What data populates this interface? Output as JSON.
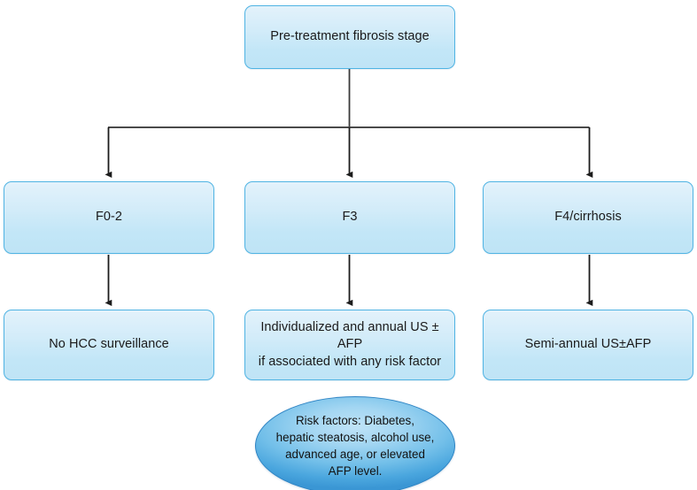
{
  "diagram": {
    "type": "flowchart",
    "title": "Pre-treatment fibrosis stage HCC surveillance algorithm",
    "background_color": "#ffffff",
    "box_border_color": "#4FB3E3",
    "box_fill_light": "#e3f2fb",
    "box_fill_dark": "#bfe4f6",
    "ellipse_border_color": "#2E84C4",
    "ellipse_fill_dark": "#3a96d4",
    "connector_color": "#222222"
  },
  "nodes": {
    "root": {
      "label": "Pre-treatment fibrosis stage"
    },
    "stage_row": [
      {
        "label": "F0-2"
      },
      {
        "label": "F3"
      },
      {
        "label": "F4/cirrhosis"
      }
    ],
    "action_row": [
      {
        "label": "No HCC surveillance"
      },
      {
        "label": "Individualized and annual US ± AFP\nif associated with any risk factor"
      },
      {
        "label": "Semi-annual US±AFP"
      }
    ],
    "note": {
      "label": "Risk factors: Diabetes,\nhepatic steatosis, alcohol use,\nadvanced age, or elevated\nAFP level."
    }
  },
  "edges": [
    {
      "from": "root",
      "to": "F0-2",
      "style": "elbow-arrow"
    },
    {
      "from": "root",
      "to": "F3",
      "style": "straight-arrow"
    },
    {
      "from": "root",
      "to": "F4/cirrhosis",
      "style": "elbow-arrow"
    },
    {
      "from": "F0-2",
      "to": "No HCC surveillance",
      "style": "straight-arrow"
    },
    {
      "from": "F3",
      "to": "Individualized and annual US ± AFP if associated with any risk factor",
      "style": "straight-arrow"
    },
    {
      "from": "F4/cirrhosis",
      "to": "Semi-annual US±AFP",
      "style": "straight-arrow"
    }
  ]
}
